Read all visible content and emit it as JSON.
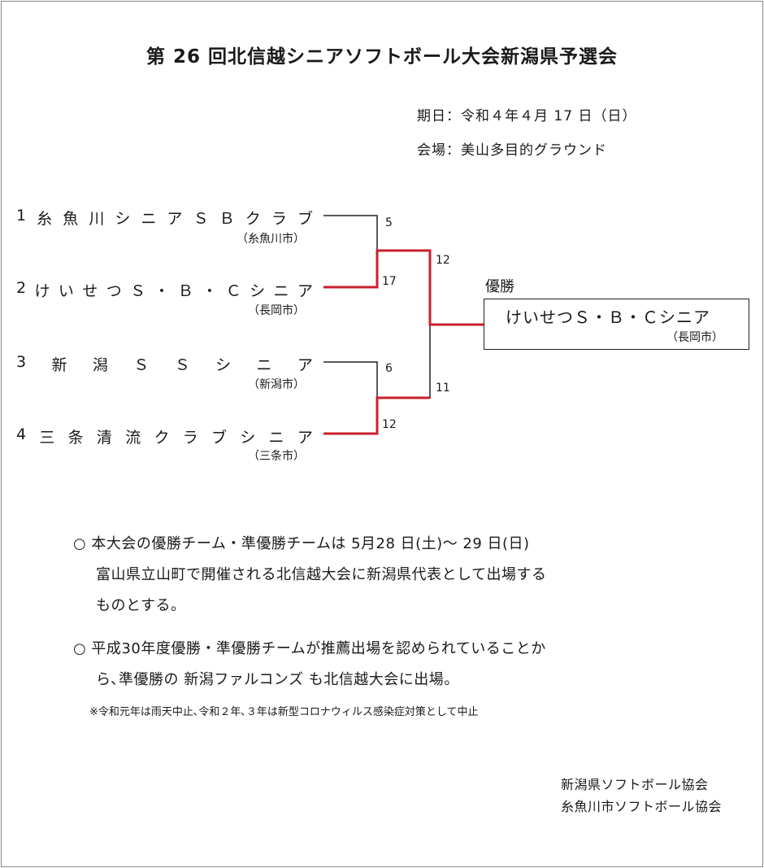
{
  "title": "第 26 回北信越シニアソフトボール大会新潟県予選会",
  "date": "期日：令和４年４月 17 日（日）",
  "venue": "会場：美山多目的グラウンド",
  "teams": [
    {
      "num": "1",
      "chars": [
        "糸",
        "魚",
        "川",
        "シ",
        "ニ",
        "ア",
        "Ｓ",
        "Ｂ",
        "ク",
        "ラ",
        "ブ"
      ],
      "city": "（糸魚川市）",
      "score": "5"
    },
    {
      "num": "2",
      "chars": [
        "け",
        "い",
        "せ",
        "つ",
        "Ｓ",
        "・",
        "Ｂ",
        "・",
        "Ｃ",
        "シ",
        "ニ",
        "ア"
      ],
      "city": "（長岡市）",
      "score": "17"
    },
    {
      "num": "3",
      "chars": [
        "新",
        "潟",
        "Ｓ",
        "Ｓ",
        "シ",
        "ニ",
        "ア"
      ],
      "city": "（新潟市）",
      "score": "6"
    },
    {
      "num": "4",
      "chars": [
        "三",
        "条",
        "清",
        "流",
        "ク",
        "ラ",
        "ブ",
        "シ",
        "ニ",
        "ア"
      ],
      "city": "（三条市）",
      "score": "12"
    }
  ],
  "semi_scores": {
    "top": "12",
    "bottom": "11"
  },
  "winner": {
    "label": "優勝",
    "name": "けいせつＳ・Ｂ・Ｃシニア",
    "city": "（長岡市）"
  },
  "notes": {
    "note1_line1": "○ 本大会の優勝チーム・準優勝チームは 5月28 日(土)～ 29 日(日)",
    "note1_line2": "富山県立山町で開催される北信越大会に新潟県代表として出場する",
    "note1_line3": "ものとする。",
    "note2_line1": "○ 平成30年度優勝・準優勝チームが推薦出場を認められていることか",
    "note2_line2": "ら､準優勝の 新潟ファルコンズ も北信越大会に出場。",
    "footnote": "※令和元年は雨天中止､令和２年､３年は新型コロナウィルス感染症対策として中止"
  },
  "organizers": [
    "新潟県ソフトボール協会",
    "糸魚川市ソフトボール協会"
  ],
  "colors": {
    "winner_path": "#c8202e",
    "line": "#222222"
  }
}
